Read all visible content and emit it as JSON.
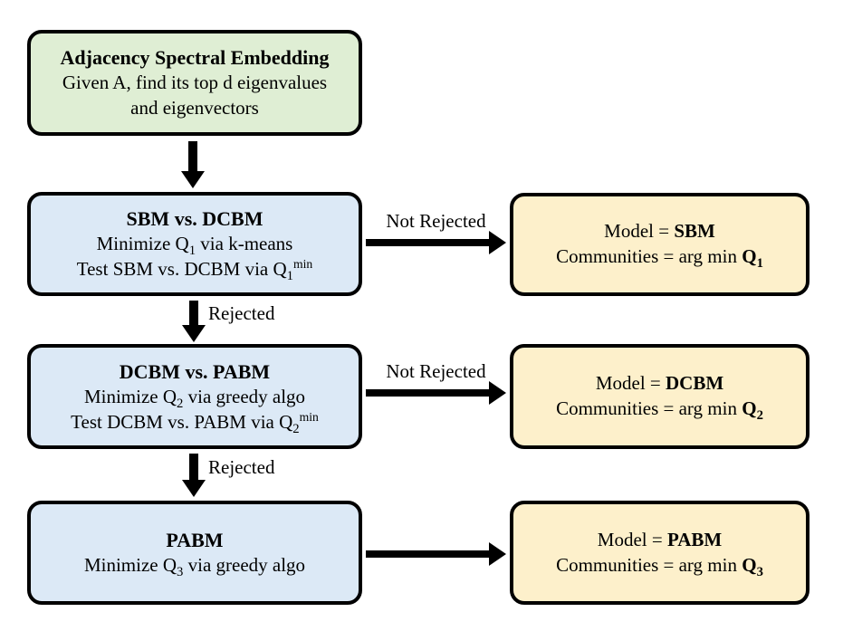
{
  "colors": {
    "green_box_bg": "#dfeed4",
    "blue_box_bg": "#dce9f6",
    "yellow_box_bg": "#fdf0cb",
    "border": "#000000",
    "arrow": "#000000"
  },
  "flow": {
    "ase": {
      "title": "Adjacency Spectral Embedding",
      "lines": [
        [
          {
            "t": "Given A, find its top d eigenvalues"
          }
        ],
        [
          {
            "t": "and eigenvectors"
          }
        ]
      ]
    },
    "step1": {
      "title": "SBM vs. DCBM",
      "lines": [
        [
          {
            "t": "Minimize Q"
          },
          {
            "t": "1",
            "sub": true
          },
          {
            "t": " via k-means"
          }
        ],
        [
          {
            "t": "Test SBM vs. DCBM via Q"
          },
          {
            "t": "1",
            "sub": true
          },
          {
            "t": "min",
            "sup": true
          }
        ]
      ]
    },
    "step2": {
      "title": "DCBM vs. PABM",
      "lines": [
        [
          {
            "t": "Minimize Q"
          },
          {
            "t": "2",
            "sub": true
          },
          {
            "t": " via greedy algo"
          }
        ],
        [
          {
            "t": "Test DCBM vs. PABM via Q"
          },
          {
            "t": "2",
            "sub": true
          },
          {
            "t": "min",
            "sup": true
          }
        ]
      ]
    },
    "step3": {
      "title": "PABM",
      "lines": [
        [
          {
            "t": "Minimize Q"
          },
          {
            "t": "3",
            "sub": true
          },
          {
            "t": " via greedy algo"
          }
        ]
      ]
    },
    "result1": {
      "lines": [
        [
          {
            "t": "Model = "
          },
          {
            "t": "SBM",
            "b": true
          }
        ],
        [
          {
            "t": "Communities = arg min "
          },
          {
            "t": "Q",
            "b": true
          },
          {
            "t": "1",
            "b": true,
            "sub": true
          }
        ]
      ]
    },
    "result2": {
      "lines": [
        [
          {
            "t": "Model = "
          },
          {
            "t": "DCBM",
            "b": true
          }
        ],
        [
          {
            "t": "Communities = arg min "
          },
          {
            "t": "Q",
            "b": true
          },
          {
            "t": "2",
            "b": true,
            "sub": true
          }
        ]
      ]
    },
    "result3": {
      "lines": [
        [
          {
            "t": "Model = "
          },
          {
            "t": "PABM",
            "b": true
          }
        ],
        [
          {
            "t": "Communities = arg min "
          },
          {
            "t": "Q",
            "b": true
          },
          {
            "t": "3",
            "b": true,
            "sub": true
          }
        ]
      ]
    }
  },
  "edge_labels": {
    "not_rejected_1": "Not Rejected",
    "not_rejected_2": "Not Rejected",
    "rejected_1": "Rejected",
    "rejected_2": "Rejected"
  }
}
